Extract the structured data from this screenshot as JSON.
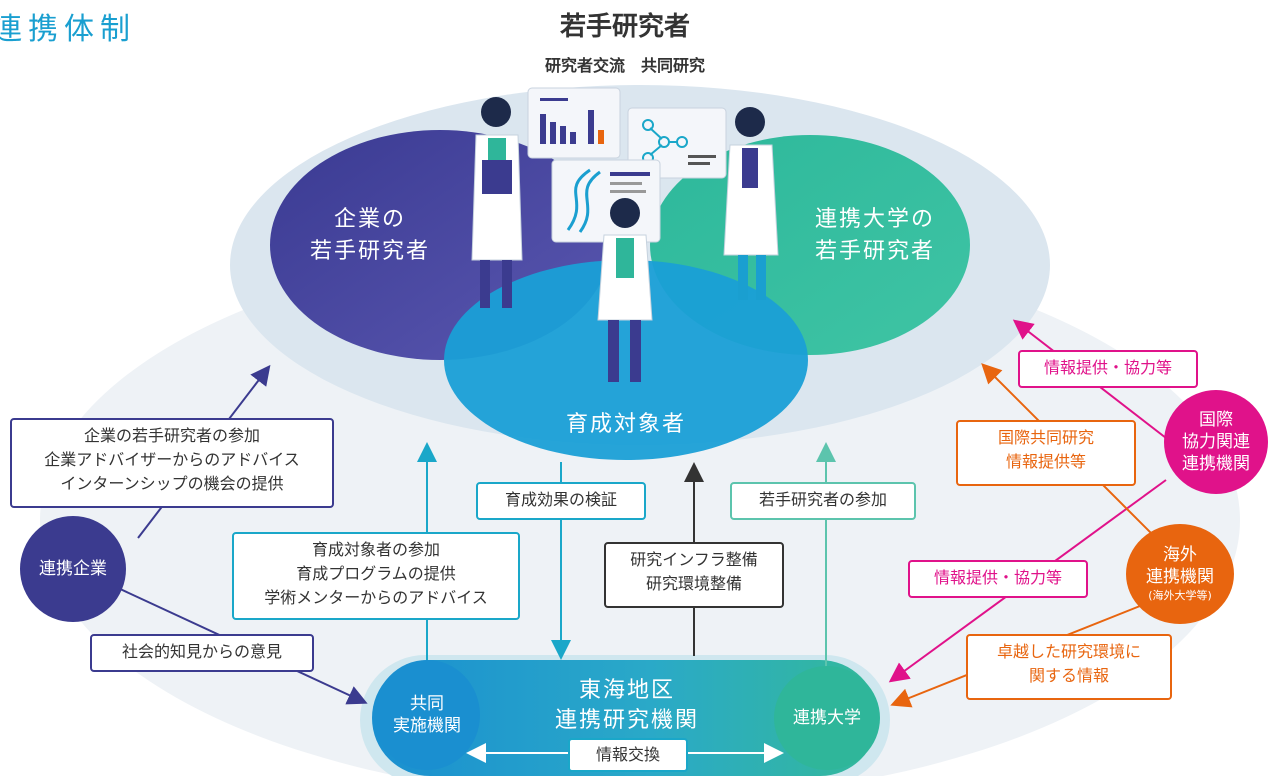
{
  "page_title": "連携体制",
  "top": {
    "title": "若手研究者",
    "subtitle": "研究者交流　共同研究"
  },
  "ellipses": {
    "company": "企業の\n若手研究者",
    "university": "連携大学の\n若手研究者",
    "trainees": "育成対象者"
  },
  "nodes": {
    "partner_company": "連携企業",
    "joint_org": "共同\n実施機関",
    "tokai": "東海地区\n連携研究機関",
    "partner_univ": "連携大学",
    "intl": "国際\n協力関連\n連携機関",
    "overseas": "海外\n連携機関",
    "overseas_note": "(海外大学等)"
  },
  "labels": {
    "company_contrib": "企業の若手研究者の参加\n企業アドバイザーからのアドバイス\nインターンシップの機会の提供",
    "social": "社会的知見からの意見",
    "trainee_participation": "育成対象者の参加\n育成プログラムの提供\n学術メンターからのアドバイス",
    "verification": "育成効果の検証",
    "infra": "研究インフラ整備\n研究環境整備",
    "young_participation": "若手研究者の参加",
    "info_exchange": "情報交換",
    "intl_info_top": "情報提供・協力等",
    "intl_joint": "国際共同研究\n情報提供等",
    "intl_info_mid": "情報提供・協力等",
    "excellent_env": "卓越した研究環境に\n関する情報"
  },
  "colors": {
    "teal": "#1aa7c9",
    "purple": "#3b3b8f",
    "green": "#2fb69a",
    "magenta": "#e0128a",
    "orange": "#e8650f",
    "dark": "#333333",
    "title_blue": "#1a9fd0"
  }
}
